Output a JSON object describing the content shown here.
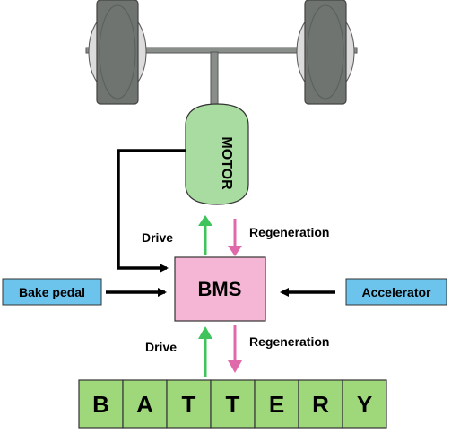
{
  "motor": {
    "label": "MOTOR"
  },
  "bms": {
    "label": "BMS"
  },
  "inputs": {
    "brake": {
      "label": "Bake pedal"
    },
    "accelerator": {
      "label": "Accelerator"
    }
  },
  "flows": {
    "motor_bms": {
      "drive_label": "Drive",
      "regen_label": "Regeneration"
    },
    "bms_battery": {
      "drive_label": "Drive",
      "regen_label": "Regeneration"
    }
  },
  "battery": {
    "letters": [
      "B",
      "A",
      "T",
      "T",
      "E",
      "R",
      "Y"
    ]
  },
  "colors": {
    "motor_fill": "#a9dca0",
    "bms_fill": "#f4b6d4",
    "input_fill": "#6cc4ec",
    "battery_fill": "#9fd77b",
    "drive_arrow": "#3ec45a",
    "regen_arrow": "#e069aa",
    "wheel_fill": "#6f7470",
    "axle": "#8a8e8a"
  }
}
